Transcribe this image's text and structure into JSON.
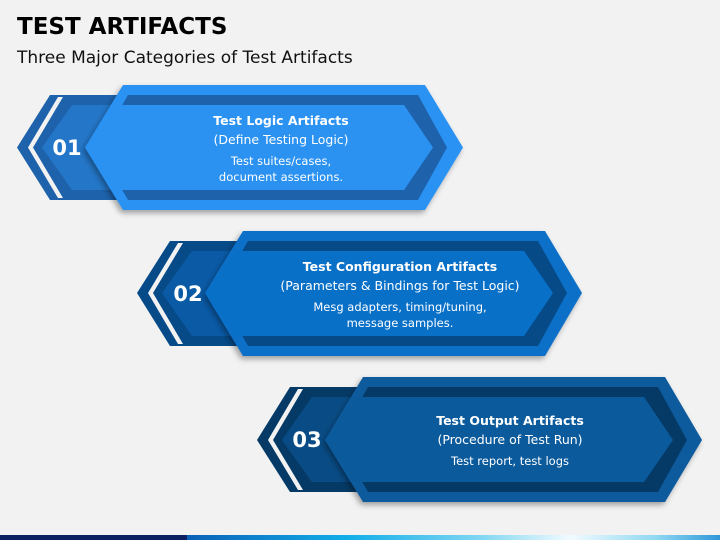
{
  "header": {
    "title": "TEST ARTIFACTS",
    "subtitle": "Three Major Categories of Test Artifacts"
  },
  "items": [
    {
      "number": "01",
      "heading": "Test Logic Artifacts",
      "subheading": "(Define Testing Logic)",
      "description_line1": "Test suites/cases,",
      "description_line2": "document assertions.",
      "colors": {
        "front": "#2b92f2",
        "band": "#1d62ab",
        "back": "#1d62ab",
        "back_inner": "#2476c8"
      }
    },
    {
      "number": "02",
      "heading": "Test Configuration Artifacts",
      "subheading": "(Parameters & Bindings for Test Logic)",
      "description_line1": "Mesg adapters, timing/tuning,",
      "description_line2": "message samples.",
      "colors": {
        "front": "#0970c8",
        "band": "#064a88",
        "back": "#064a88",
        "back_inner": "#0a5aa6"
      }
    },
    {
      "number": "03",
      "heading": "Test Output Artifacts",
      "subheading": "(Procedure of Test Run)",
      "description_line1": "Test report, test logs",
      "description_line2": "",
      "colors": {
        "front": "#0a5a9c",
        "band": "#053a66",
        "back": "#053a66",
        "back_inner": "#094c85"
      }
    }
  ],
  "footer": {
    "bar_colors": [
      "#0b2060",
      "#12aee8",
      "#f2fbff"
    ]
  }
}
